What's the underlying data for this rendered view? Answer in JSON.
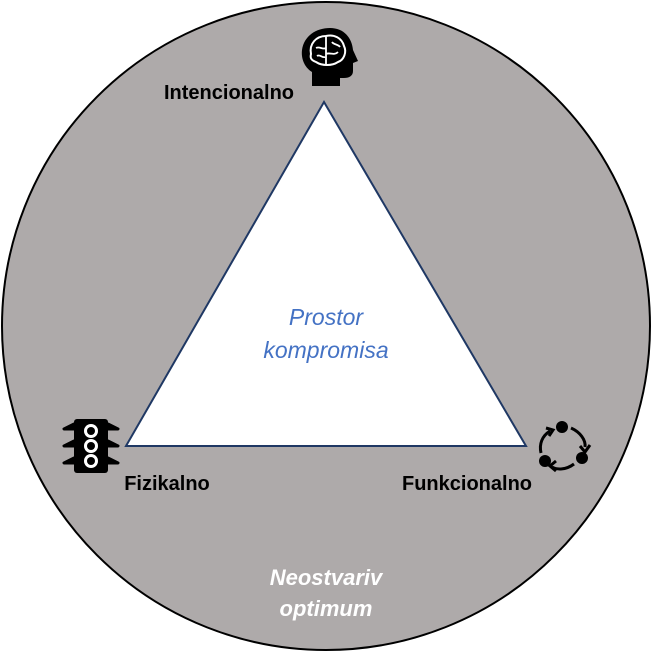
{
  "diagram": {
    "vertices": {
      "top": {
        "label": "Intencionalno",
        "icon": "brain-head-icon"
      },
      "left": {
        "label": "Fizikalno",
        "icon": "traffic-light-icon"
      },
      "right": {
        "label": "Funkcionalno",
        "icon": "cycle-arrows-icon"
      }
    },
    "center": {
      "line1": "Prostor",
      "line2": "kompromisa"
    },
    "outer": {
      "line1": "Neostvariv",
      "line2": "optimum"
    }
  },
  "colors": {
    "circle_fill": "#aeaaaa",
    "circle_stroke": "#000000",
    "triangle_fill": "#ffffff",
    "triangle_stroke": "#1f3864",
    "center_text": "#4472c4",
    "outer_text": "#ffffff",
    "label_text": "#000000"
  }
}
